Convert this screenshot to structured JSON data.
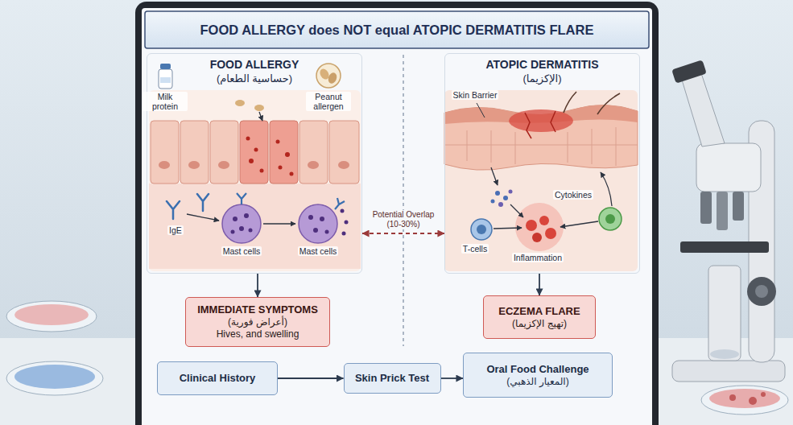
{
  "diagram": {
    "title": "FOOD ALLERGY does NOT equal ATOPIC DERMATITIS FLARE",
    "nodes": [
      {
        "text": [
          "FOOD ALLERGY",
          "(حساسية الطعام)"
        ]
      },
      {
        "text": [
          "ATOPIC DERMATITIS",
          "(الإكزيما)"
        ]
      },
      {
        "text": [
          "IMMEDIATE SYMPTOMS",
          "(أعراض فورية)",
          "Hives, and swelling"
        ]
      },
      {
        "text": [
          "ECZEMA FLARE",
          "(تهيج الإكزيما)"
        ]
      },
      {
        "text": [
          "Clinical History"
        ]
      },
      {
        "text": [
          "Skin Prick Test"
        ]
      },
      {
        "text": [
          "Oral Food Challenge",
          "(المعيار الذهبي)"
        ]
      }
    ],
    "edges": [
      {
        "from": 0,
        "to": 1,
        "arrow": "both",
        "label": "Potential Overlap (10-30%)"
      },
      {
        "from": 0,
        "to": 2,
        "arrow": "to"
      },
      {
        "from": 1,
        "to": 3,
        "arrow": "to"
      },
      {
        "from": 4,
        "to": 5,
        "arrow": "to"
      },
      {
        "from": 5,
        "to": 6,
        "arrow": "to"
      }
    ],
    "labels": [
      "Milk protein",
      "Peanut allergen",
      "IgE",
      "Mast cells",
      "Mast cells",
      "Skin Barrier",
      "Cytokines",
      "T-cells",
      "Inflammation"
    ]
  }
}
